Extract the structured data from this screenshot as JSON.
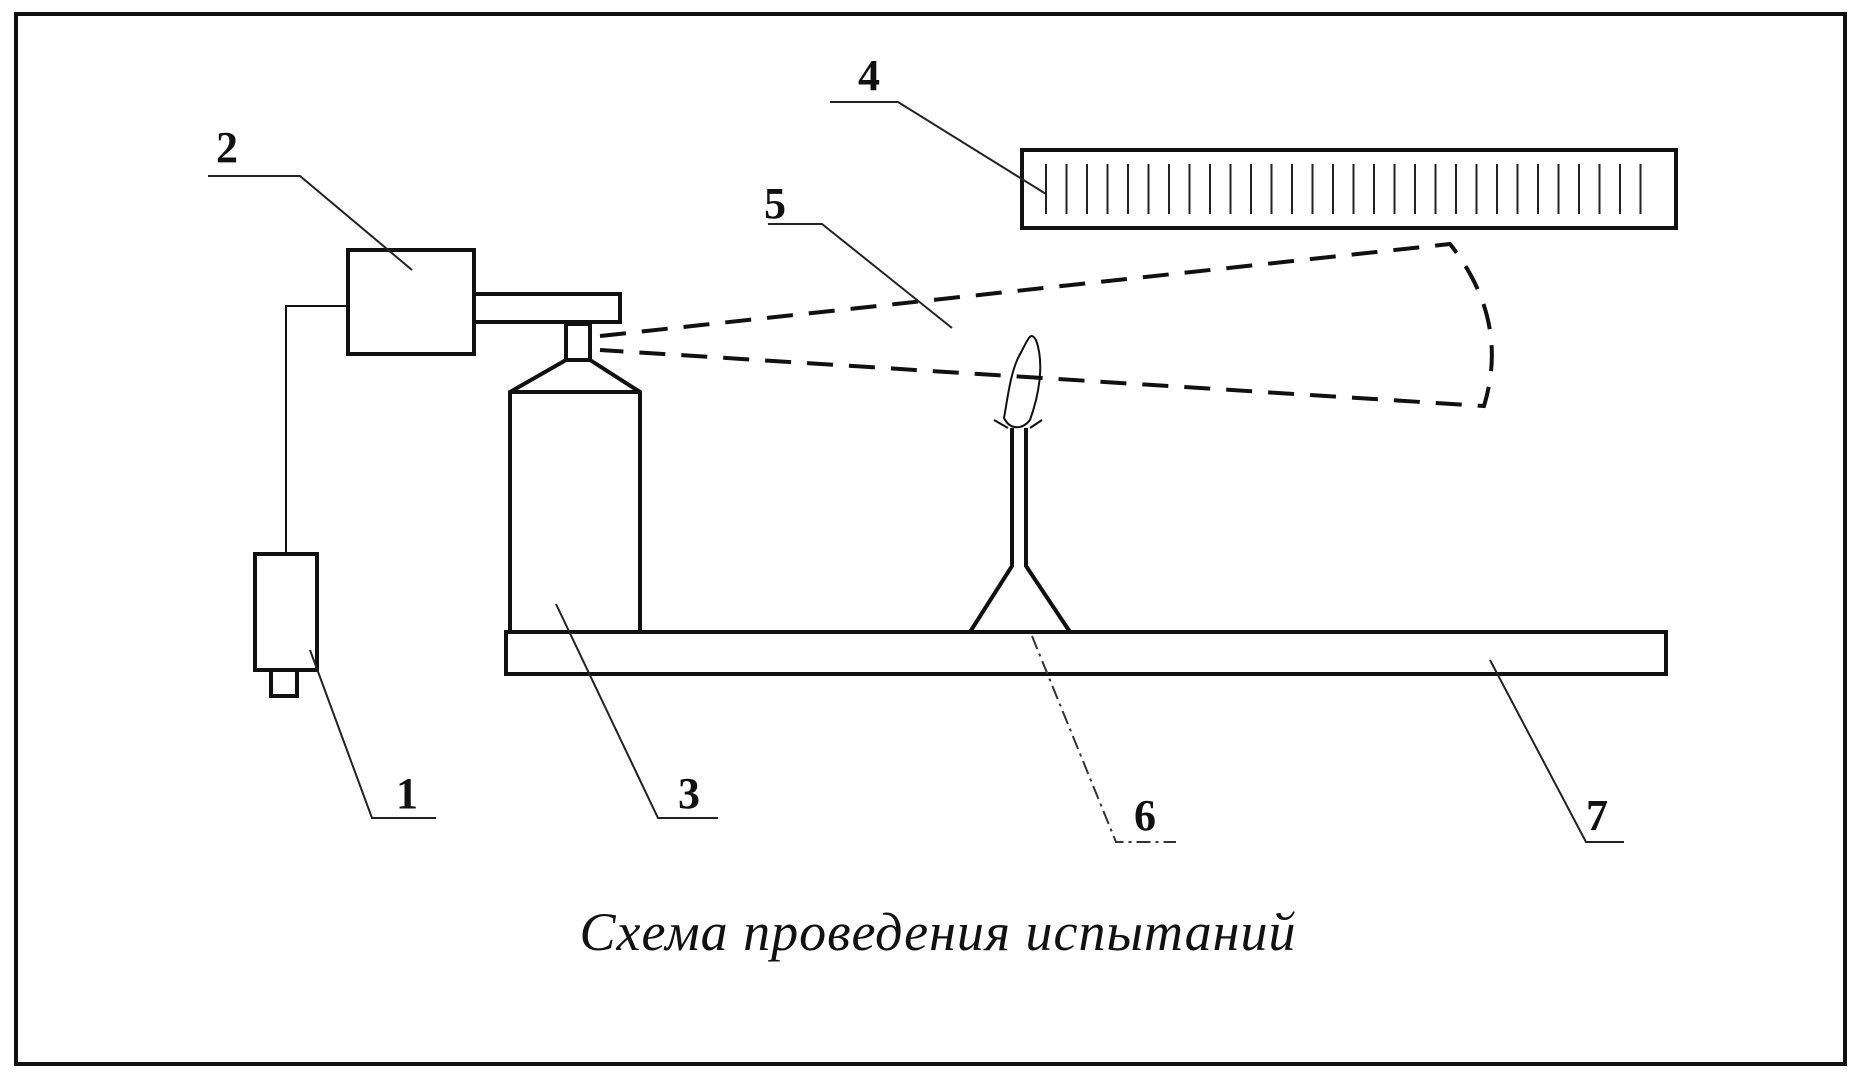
{
  "caption": "Схема проведения испытаний",
  "labels": {
    "l1": "1",
    "l2": "2",
    "l3": "3",
    "l4": "4",
    "l5": "5",
    "l6": "6",
    "l7": "7"
  }
}
